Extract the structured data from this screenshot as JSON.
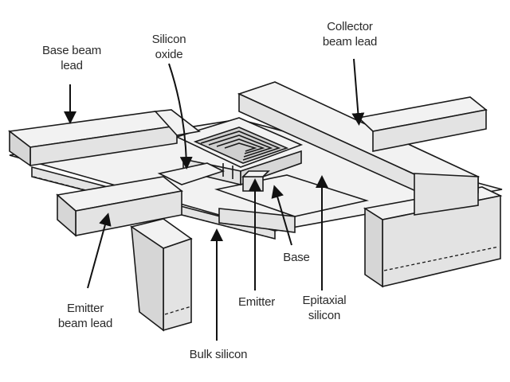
{
  "labels": {
    "base_beam_lead": [
      "Base beam",
      "lead"
    ],
    "silicon_oxide": [
      "Silicon",
      "oxide"
    ],
    "collector_beam_lead": [
      "Collector",
      "beam lead"
    ],
    "base": "Base",
    "emitter": "Emitter",
    "epitaxial_silicon": [
      "Epitaxial",
      "silicon"
    ],
    "emitter_beam_lead": [
      "Emitter",
      "beam lead"
    ],
    "bulk_silicon": "Bulk silicon"
  }
}
